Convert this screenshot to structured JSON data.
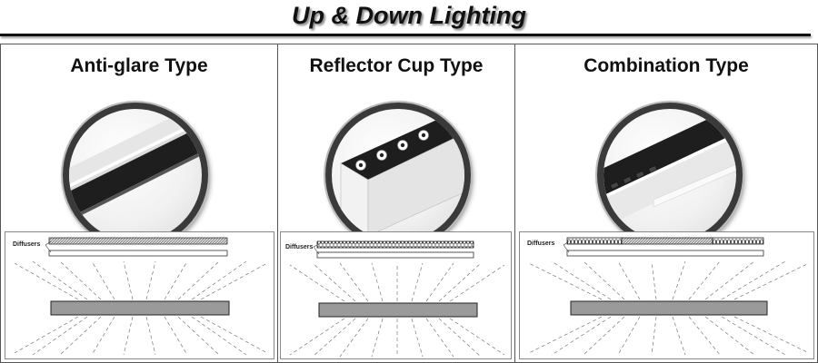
{
  "page": {
    "title": "Up & Down Lighting"
  },
  "panels": [
    {
      "title": "Anti-glare Type",
      "diffuser_label": "Diffusers",
      "lens_icon": "anti-glare-profile"
    },
    {
      "title": "Reflector Cup Type",
      "diffuser_label": "Diffusers",
      "lens_icon": "reflector-cup-profile"
    },
    {
      "title": "Combination Type",
      "diffuser_label": "Diffusers",
      "lens_icon": "combination-profile"
    }
  ],
  "colors": {
    "fixture_black": "#1e1e1e",
    "fixture_white": "#f2f2f2",
    "lamp_body": "#9a9a9a",
    "diffuser_hatch": "#777777"
  }
}
